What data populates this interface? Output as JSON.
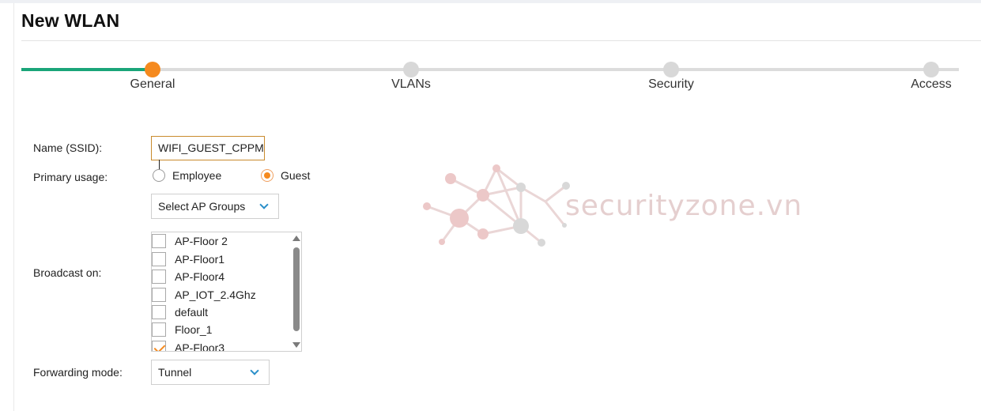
{
  "page": {
    "title": "New WLAN"
  },
  "stepper": {
    "steps": [
      {
        "label": "General",
        "state": "active"
      },
      {
        "label": "VLANs",
        "state": "pending"
      },
      {
        "label": "Security",
        "state": "pending"
      },
      {
        "label": "Access",
        "state": "pending"
      }
    ]
  },
  "form": {
    "ssid": {
      "label": "Name (SSID):",
      "value": "WIFI_GUEST_CPPM"
    },
    "primary_usage": {
      "label": "Primary usage:",
      "options": [
        {
          "label": "Employee",
          "checked": false
        },
        {
          "label": "Guest",
          "checked": true
        }
      ]
    },
    "ap_groups": {
      "label": "Select AP Groups"
    },
    "broadcast_on": {
      "label": "Broadcast on:",
      "items": [
        {
          "label": "AP-Floor 2",
          "checked": false
        },
        {
          "label": "AP-Floor1",
          "checked": false
        },
        {
          "label": "AP-Floor4",
          "checked": false
        },
        {
          "label": "AP_IOT_2.4Ghz",
          "checked": false
        },
        {
          "label": "default",
          "checked": false
        },
        {
          "label": "Floor_1",
          "checked": false
        },
        {
          "label": "AP-Floor3",
          "checked": true
        }
      ]
    },
    "forwarding_mode": {
      "label": "Forwarding mode:",
      "value": "Tunnel"
    }
  },
  "watermark": {
    "text": "securityzone.vn"
  },
  "colors": {
    "accent": "#f58a1f",
    "progress": "#1aa579",
    "link": "#2a8fc9",
    "inactive_step": "#d8d8d8"
  },
  "icons": {
    "dropdown": "chevron-down-icon",
    "scroll_up": "arrow-up-icon",
    "scroll_down": "arrow-down-icon"
  }
}
